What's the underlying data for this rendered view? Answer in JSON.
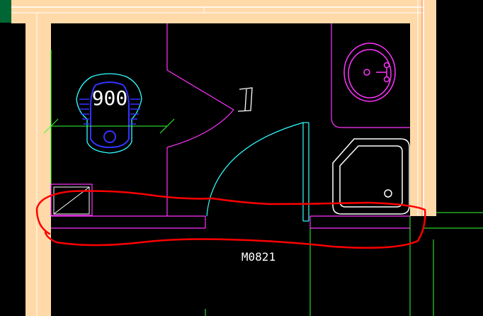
{
  "drawing": {
    "background_color": "#000000",
    "colors": {
      "wall_fill": "#ffd9a8",
      "wall_edge": "#ffffff",
      "magenta": "#ff33ff",
      "cyan": "#33ffff",
      "green": "#33ff33",
      "white": "#ffffff",
      "blue": "#3333ff",
      "red_markup": "#ff0000",
      "corner_tile": "#006633"
    },
    "dimension_text": "900",
    "door_tag": "M0821",
    "elevation_symbol": "I",
    "icons": [
      "squat-toilet-icon",
      "washbasin-icon",
      "shower-tray-icon",
      "floor-drain-icon",
      "door-swing-icon"
    ]
  }
}
